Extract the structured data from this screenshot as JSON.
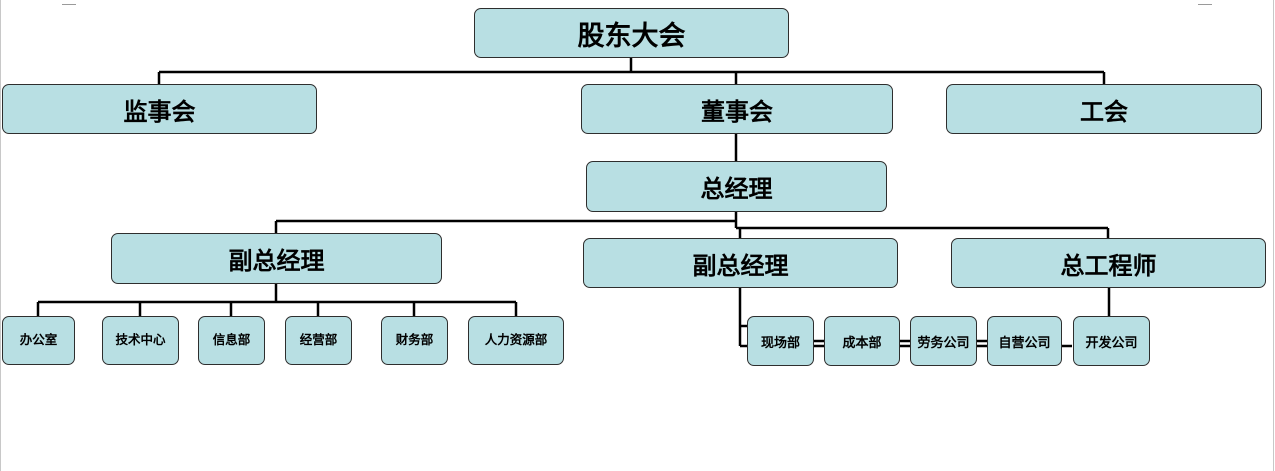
{
  "org_chart": {
    "top": "股东大会",
    "level2": {
      "left": "监事会",
      "center": "董事会",
      "right": "工会"
    },
    "gm": "总经理",
    "vp_left": {
      "title": "副总经理",
      "departments": [
        "办公室",
        "技术中心",
        "信息部",
        "经营部",
        "财务部",
        "人力资源部"
      ]
    },
    "vp_center": {
      "title": "副总经理",
      "departments": [
        "现场部",
        "成本部",
        "劳务公司",
        "自营公司"
      ]
    },
    "chief_engineer": {
      "title": "总工程师",
      "departments": [
        "开发公司"
      ]
    }
  },
  "colors": {
    "box_fill": "#b8dfe3",
    "box_border": "#2e2e2e",
    "connector": "#000000"
  }
}
